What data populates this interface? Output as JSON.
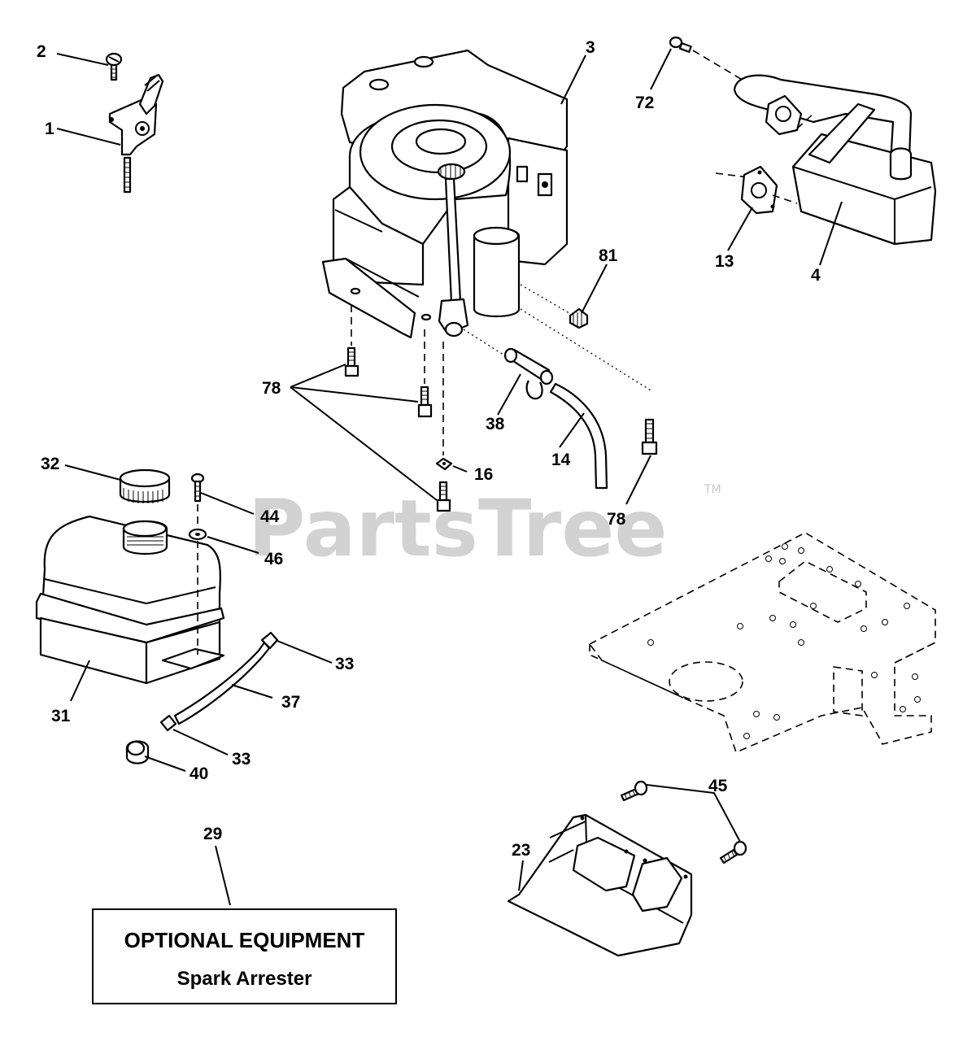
{
  "watermark": {
    "text": "PartsTree",
    "trademark": "TM"
  },
  "callouts": {
    "n1": "1",
    "n2": "2",
    "n3": "3",
    "n4": "4",
    "n13": "13",
    "n72": "72",
    "n81": "81",
    "n78a": "78",
    "n78b": "78",
    "n38": "38",
    "n14": "14",
    "n16": "16",
    "n32": "32",
    "n44": "44",
    "n46": "46",
    "n31": "31",
    "n33a": "33",
    "n33b": "33",
    "n37": "37",
    "n40": "40",
    "n29": "29",
    "n45": "45",
    "n23": "23"
  },
  "optional_box": {
    "title": "OPTIONAL EQUIPMENT",
    "subtitle": "Spark Arrester"
  }
}
